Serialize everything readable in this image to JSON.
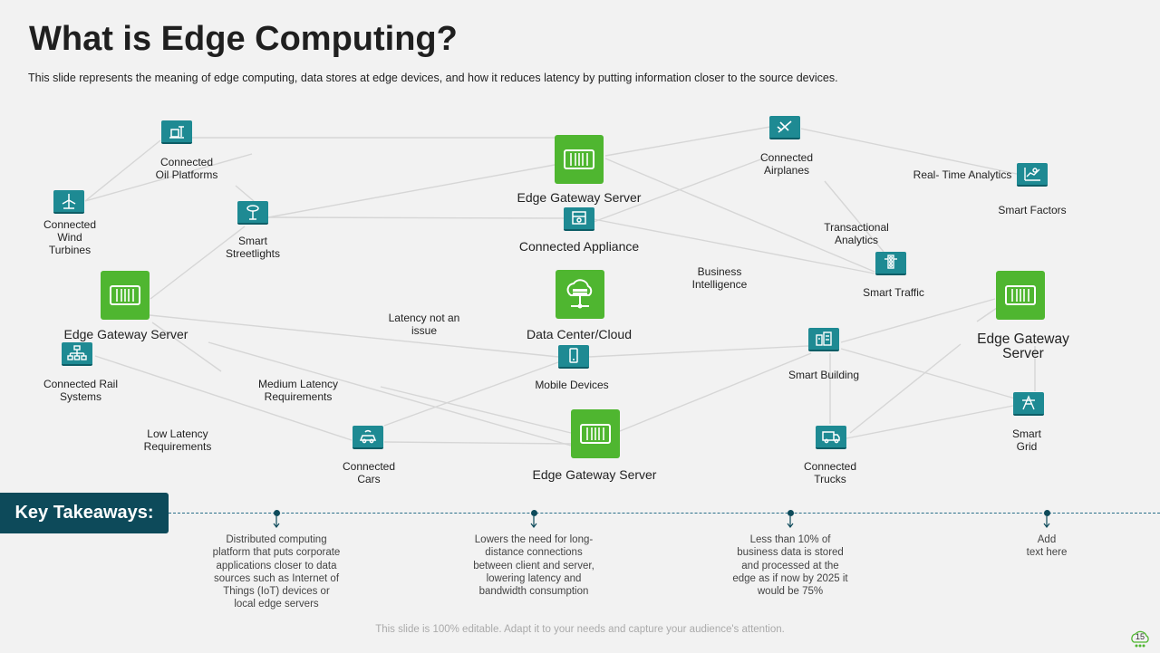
{
  "slide": {
    "title": "What is Edge Computing?",
    "subtitle": "This slide represents the meaning of edge computing, data stores at edge devices, and how it reduces latency by putting information  closer to the source devices.",
    "footer": "This slide is 100% editable. Adapt it to your needs and capture your audience's attention.",
    "page_number": "15"
  },
  "diagram": {
    "servers": {
      "top": "Edge Gateway Server",
      "left": "Edge Gateway Server",
      "right": "Edge Gateway Server",
      "bottom": "Edge Gateway Server",
      "datacenter": "Data Center/Cloud"
    },
    "devices": {
      "oil": "Connected\nOil Platforms",
      "wind": "Connected\nWind\nTurbines",
      "streetlights": "Smart\nStreetlights",
      "rail": "Connected Rail\nSystems",
      "appliance": "Connected Appliance",
      "airplanes": "Connected\nAirplanes",
      "analytics": "Real- Time Analytics",
      "factors": "Smart Factors",
      "traffic": "Smart Traffic",
      "mobile": "Mobile Devices",
      "building": "Smart Building",
      "grid": "Smart\nGrid",
      "cars": "Connected\nCars",
      "trucks": "Connected\nTrucks"
    },
    "annotations": {
      "latency_none": "Latency not an\nissue",
      "latency_medium": "Medium Latency\nRequirements",
      "latency_low": "Low Latency\nRequirements",
      "transactional": "Transactional\nAnalytics",
      "business": "Business\nIntelligence"
    }
  },
  "takeaways": {
    "label": "Key Takeaways:",
    "items": [
      "Distributed computing\nplatform that puts corporate\napplications closer to data\nsources such as Internet of\nThings (IoT) devices or\nlocal edge servers",
      "Lowers the need for long-\ndistance connections\nbetween client and server,\nlowering latency and\nbandwidth consumption",
      "Less than 10% of\nbusiness data is stored\nand processed at the\nedge as if now by 2025 it\nwould be 75%",
      "Add\ntext here"
    ]
  },
  "colors": {
    "server_green": "#4fb630",
    "icon_teal": "#1e8a93",
    "takeaway_navy": "#0d4a5a",
    "link_gray": "#d6d6d6"
  }
}
